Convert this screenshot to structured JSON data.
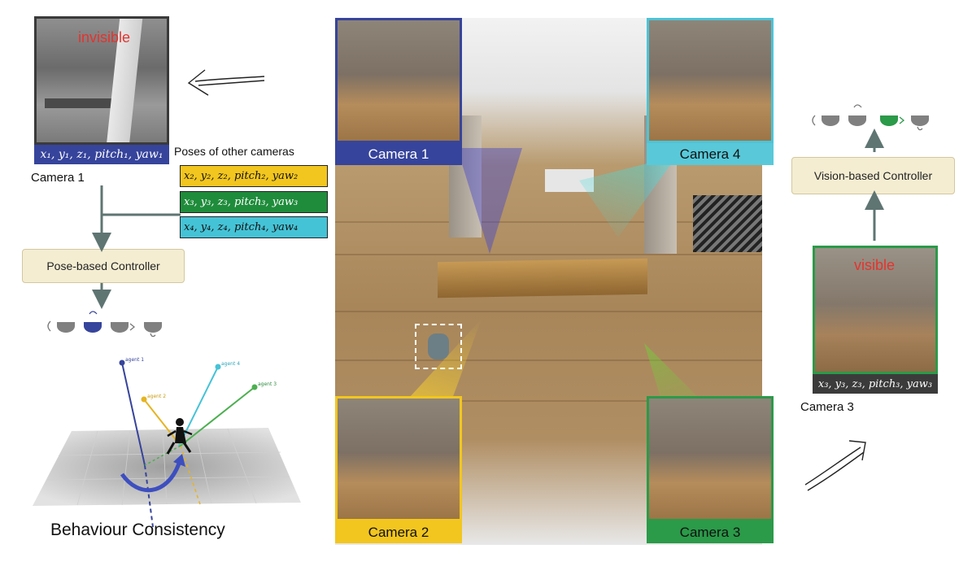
{
  "left": {
    "camera1_overlay": "invisible",
    "camera1_pose": "x₁, y₁, z₁, pitch₁, yaw₁",
    "camera1_label": "Camera 1",
    "poses_title": "Poses of other cameras",
    "poses": [
      "x₂, y₂, z₂, pitch₂, yaw₂",
      "x₃, y₃, z₃, pitch₃, yaw₃",
      "x₄, y₄, z₄, pitch₄, yaw₄"
    ],
    "controller": "Pose-based Controller",
    "agents": [
      "agent 1",
      "agent 2",
      "agent 4",
      "agent 3"
    ],
    "behaviour_title": "Behaviour Consistency"
  },
  "center": {
    "cameras": [
      "Camera 1",
      "Camera 4",
      "Camera 2",
      "Camera 3"
    ]
  },
  "right": {
    "controller": "Vision-based Controller",
    "camera3_overlay": "visible",
    "camera3_pose": "x₃, y₃, z₃, pitch₃, yaw₃",
    "camera3_label": "Camera 3"
  },
  "colors": {
    "camera1": "#36449b",
    "camera2": "#f2c61f",
    "camera3": "#2b9a49",
    "camera4": "#59c9d9",
    "controller_bg": "#f4edd2",
    "arrow": "#5f7572",
    "alert": "#e3342f"
  }
}
